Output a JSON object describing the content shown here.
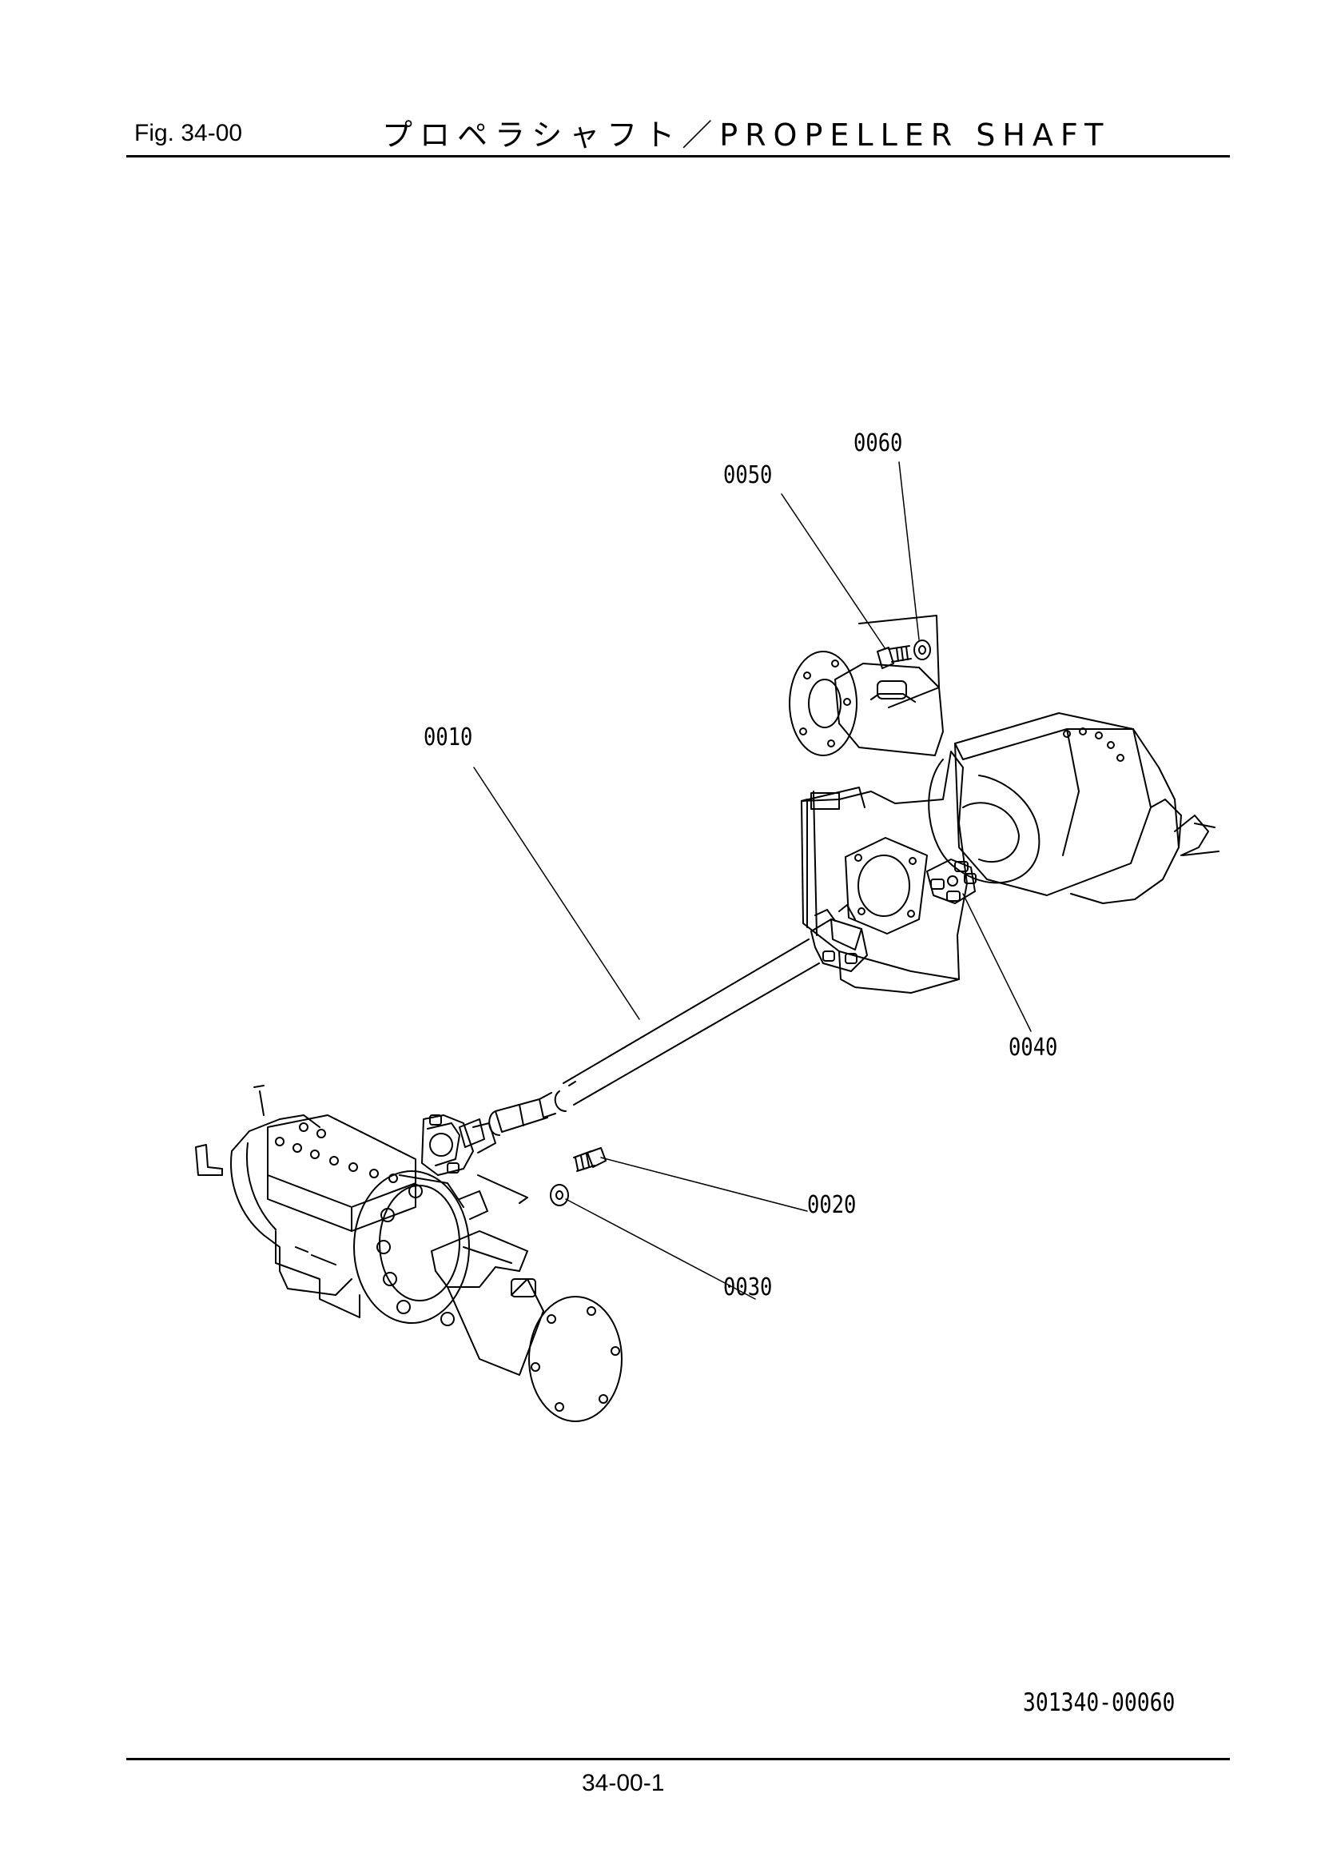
{
  "header": {
    "fig_label": "Fig.  34-00",
    "title": "プロペラシャフト／PROPELLER SHAFT"
  },
  "callouts": [
    {
      "id": "0010",
      "label": "0010"
    },
    {
      "id": "0020",
      "label": "0020"
    },
    {
      "id": "0030",
      "label": "0030"
    },
    {
      "id": "0040",
      "label": "0040"
    },
    {
      "id": "0050",
      "label": "0050"
    },
    {
      "id": "0060",
      "label": "0060"
    }
  ],
  "footer": {
    "drawing_number": "301340-00060",
    "page_number": "34-00-1"
  },
  "colors": {
    "ink": "#000000",
    "paper": "#ffffff"
  }
}
